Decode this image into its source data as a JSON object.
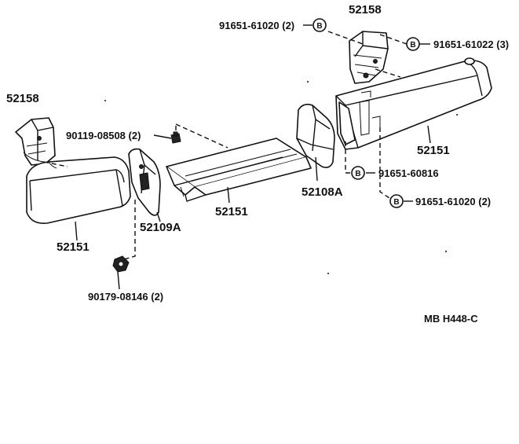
{
  "labels": {
    "p52158_right": "52158",
    "p91651_61020_top": "91651-61020 (2)",
    "p91651_61022": "91651-61022 (3)",
    "p52158_left": "52158",
    "p90119_08508": "90119-08508 (2)",
    "p52151_right": "52151",
    "p52108A": "52108A",
    "p91651_60816": "91651-60816",
    "p91651_61020_bottom": "91651-61020 (2)",
    "p52151_center": "52151",
    "p52109A": "52109A",
    "p52151_left": "52151",
    "p90179_08146": "90179-08146 (2)",
    "diagram_code": "MB  H448-C"
  },
  "badge_letter": "B"
}
